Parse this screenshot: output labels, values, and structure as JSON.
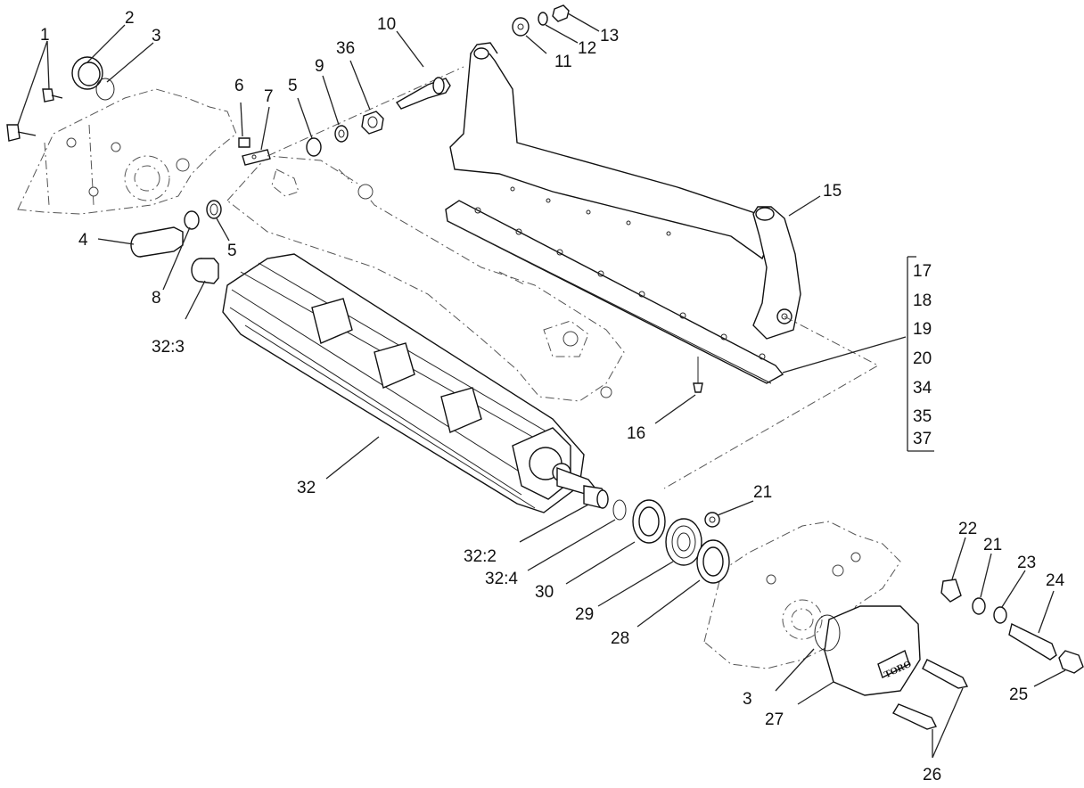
{
  "callouts": [
    {
      "id": "c1",
      "text": "1"
    },
    {
      "id": "c2",
      "text": "2"
    },
    {
      "id": "c3a",
      "text": "3"
    },
    {
      "id": "c4",
      "text": "4"
    },
    {
      "id": "c5a",
      "text": "5"
    },
    {
      "id": "c5b",
      "text": "5"
    },
    {
      "id": "c6",
      "text": "6"
    },
    {
      "id": "c7",
      "text": "7"
    },
    {
      "id": "c8",
      "text": "8"
    },
    {
      "id": "c9",
      "text": "9"
    },
    {
      "id": "c10",
      "text": "10"
    },
    {
      "id": "c11",
      "text": "11"
    },
    {
      "id": "c12",
      "text": "12"
    },
    {
      "id": "c13",
      "text": "13"
    },
    {
      "id": "c15",
      "text": "15"
    },
    {
      "id": "c16",
      "text": "16"
    },
    {
      "id": "c21a",
      "text": "21"
    },
    {
      "id": "c21b",
      "text": "21"
    },
    {
      "id": "c22",
      "text": "22"
    },
    {
      "id": "c23",
      "text": "23"
    },
    {
      "id": "c24",
      "text": "24"
    },
    {
      "id": "c25",
      "text": "25"
    },
    {
      "id": "c26",
      "text": "26"
    },
    {
      "id": "c27",
      "text": "27"
    },
    {
      "id": "c28",
      "text": "28"
    },
    {
      "id": "c29",
      "text": "29"
    },
    {
      "id": "c30",
      "text": "30"
    },
    {
      "id": "c32",
      "text": "32"
    },
    {
      "id": "c32_2",
      "text": "32:2"
    },
    {
      "id": "c32_3",
      "text": "32:3"
    },
    {
      "id": "c32_4",
      "text": "32:4"
    },
    {
      "id": "c36",
      "text": "36"
    },
    {
      "id": "c3b",
      "text": "3"
    }
  ],
  "bedknife_group": [
    "17",
    "18",
    "19",
    "20",
    "34",
    "35",
    "37"
  ],
  "logo_text": "TORO",
  "colors": {
    "line": "#111111",
    "background": "#ffffff",
    "phantom": "#555555"
  }
}
